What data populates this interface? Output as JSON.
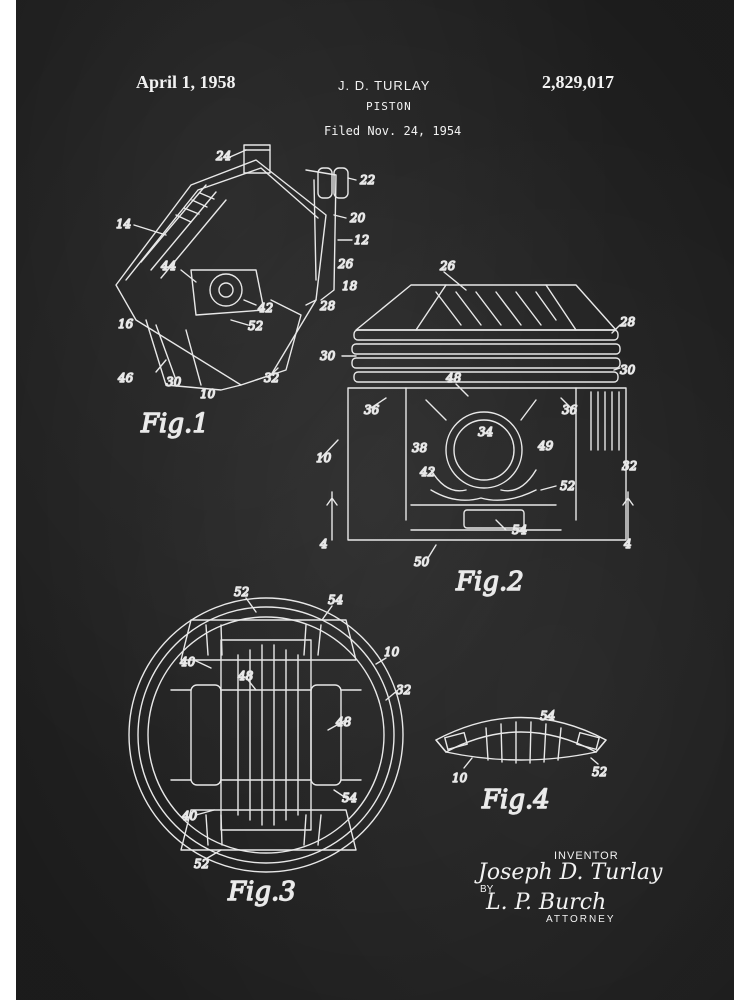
{
  "header": {
    "date": "April 1, 1958",
    "inventor": "J. D. TURLAY",
    "title": "PISTON",
    "filed": "Filed Nov. 24, 1954",
    "patent_number": "2,829,017"
  },
  "figures": {
    "fig1": "Fig.1",
    "fig2": "Fig.2",
    "fig3": "Fig.3",
    "fig4": "Fig.4"
  },
  "reference_numerals": {
    "fig1": [
      "24",
      "22",
      "14",
      "20",
      "12",
      "26",
      "44",
      "18",
      "28",
      "42",
      "52",
      "16",
      "46",
      "30",
      "10",
      "32"
    ],
    "fig2": [
      "26",
      "28",
      "30",
      "30",
      "48",
      "36",
      "36",
      "34",
      "49",
      "38",
      "10",
      "42",
      "32",
      "52",
      "4",
      "4",
      "54",
      "50"
    ],
    "fig3": [
      "52",
      "54",
      "10",
      "40",
      "48",
      "32",
      "48",
      "54",
      "40",
      "52"
    ],
    "fig4": [
      "54",
      "52",
      "10"
    ]
  },
  "signature_block": {
    "inventor_label": "INVENTOR",
    "inventor_signature": "Joseph D. Turlay",
    "by_label": "BY",
    "attorney_signature": "L. P. Burch",
    "attorney_label": "ATTORNEY"
  },
  "colors": {
    "chalkboard": "#2a2a2a",
    "chalk": "#eeeeee"
  }
}
